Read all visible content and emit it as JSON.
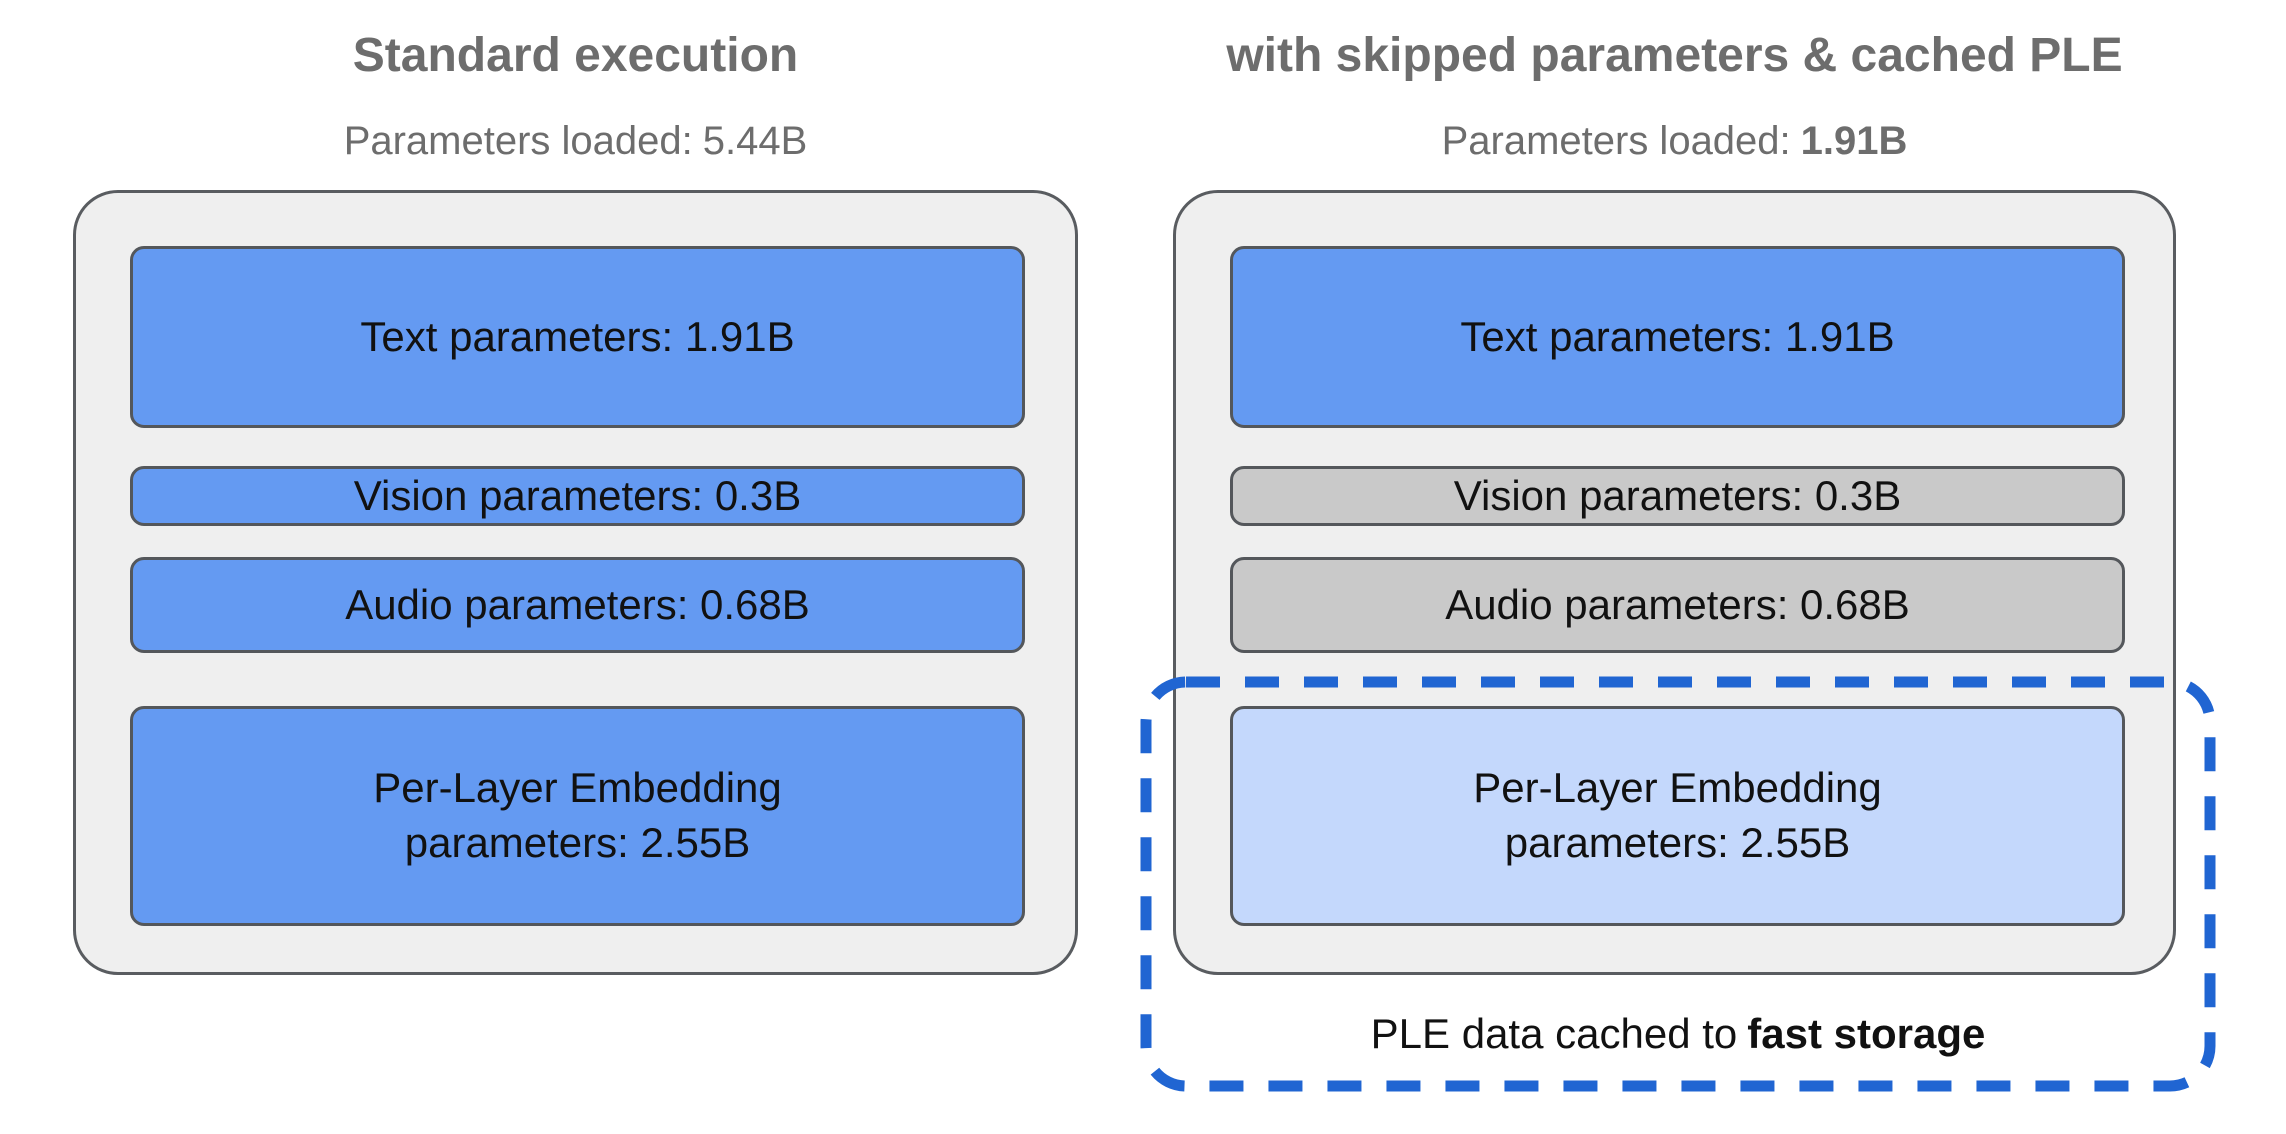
{
  "figure": {
    "panels": [
      {
        "title": "Standard execution",
        "subtitle": {
          "label": "Parameters loaded:",
          "value": "5.44B"
        },
        "boxes": [
          {
            "label": "Text parameters: 1.91B",
            "state": "loaded"
          },
          {
            "label": "Vision parameters: 0.3B",
            "state": "loaded"
          },
          {
            "label": "Audio parameters: 0.68B",
            "state": "loaded"
          },
          {
            "label": "Per-Layer Embedding parameters: 2.55B",
            "state": "loaded"
          }
        ]
      },
      {
        "title": "with skipped parameters & cached PLE",
        "subtitle": {
          "label": "Parameters loaded:",
          "value": "1.91B"
        },
        "boxes": [
          {
            "label": "Text parameters: 1.91B",
            "state": "loaded"
          },
          {
            "label": "Vision parameters: 0.3B",
            "state": "skipped"
          },
          {
            "label": "Audio parameters: 0.68B",
            "state": "skipped"
          },
          {
            "label": "Per-Layer Embedding parameters: 2.55B",
            "state": "cached"
          }
        ]
      }
    ],
    "callout": {
      "prefix": "PLE data cached to",
      "bold": "fast storage"
    }
  },
  "colors": {
    "loaded_blue": "#649af2",
    "skipped_gray": "#c9c9c9",
    "cached_light_blue": "#c4d8fc",
    "container_fill": "#efefef",
    "border_gray": "#595c60",
    "dashed_blue": "#2065d2",
    "heading_gray": "#6d6d6d"
  }
}
